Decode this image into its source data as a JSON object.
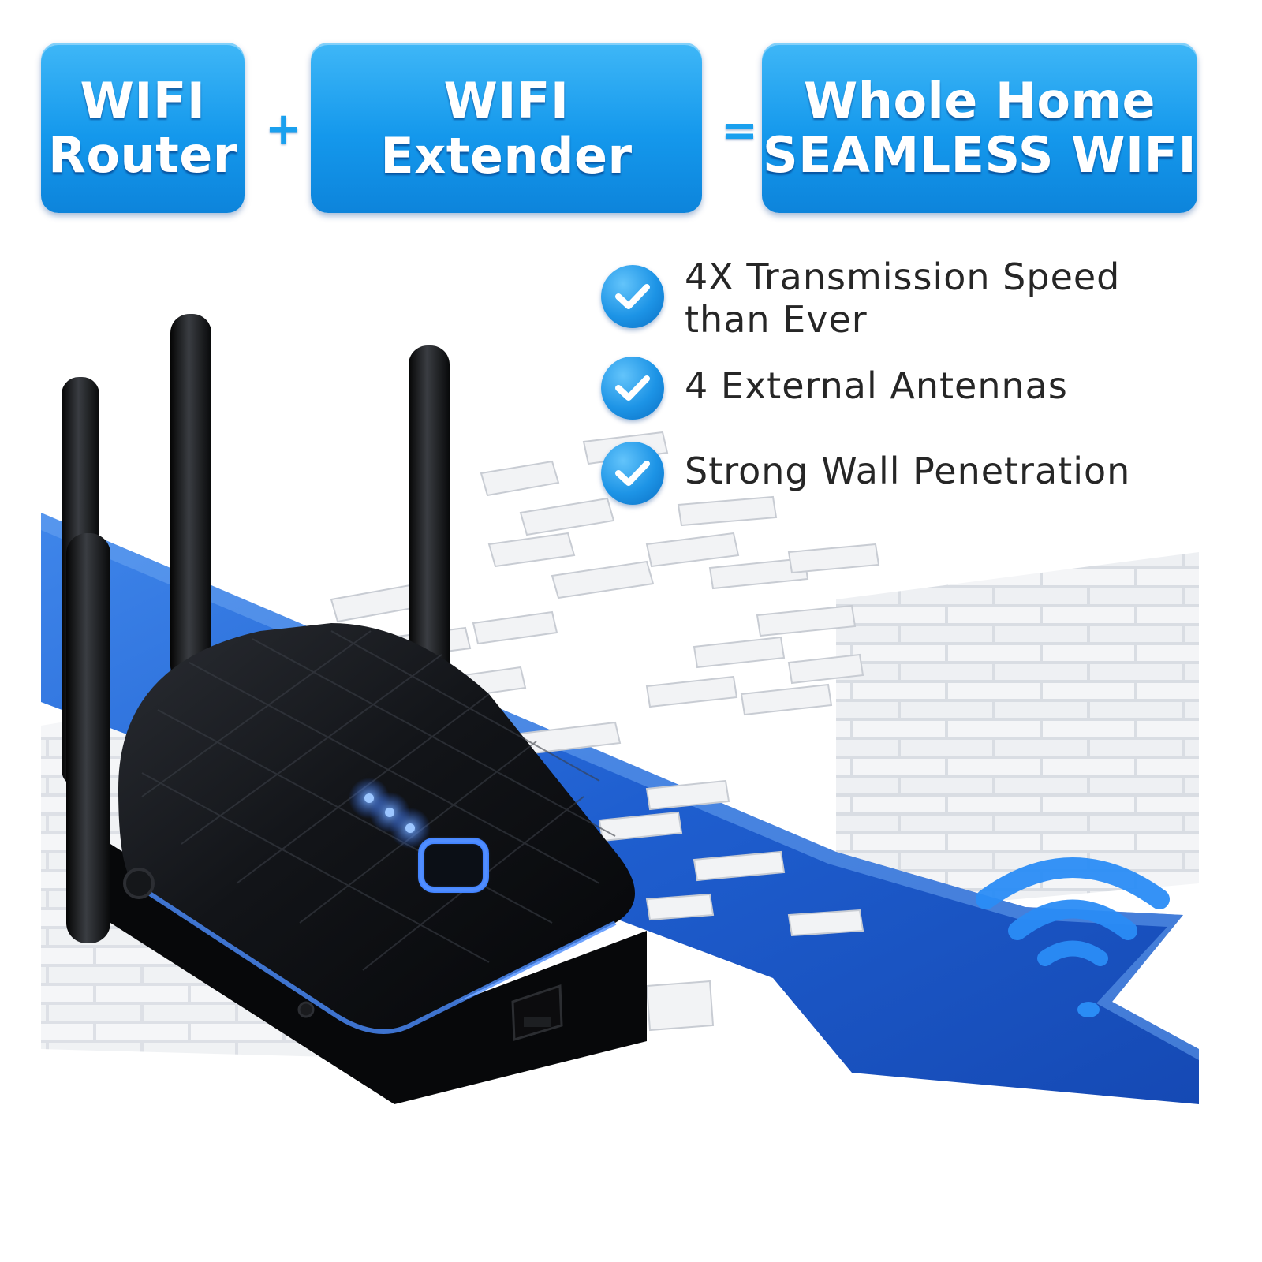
{
  "header": {
    "router": {
      "line1": "WIFI",
      "line2": "Router"
    },
    "plus": "+",
    "extender": {
      "label": "WIFI Extender"
    },
    "equals": "=",
    "result": {
      "line1": "Whole Home",
      "line2": "SEAMLESS WIFI"
    }
  },
  "features": [
    {
      "lines": [
        "4X Transmission Speed",
        "than Ever"
      ],
      "icon": "check-circle-icon"
    },
    {
      "lines": [
        "4 External Antennas"
      ],
      "icon": "check-circle-icon"
    },
    {
      "lines": [
        "Strong Wall Penetration"
      ],
      "icon": "check-circle-icon"
    }
  ],
  "colors": {
    "header_blue": "#1498ec",
    "arrow_blue": "#1f5fd0",
    "device_black": "#0f1115",
    "led_blue": "#3c8cff",
    "text_dark": "#262626"
  }
}
